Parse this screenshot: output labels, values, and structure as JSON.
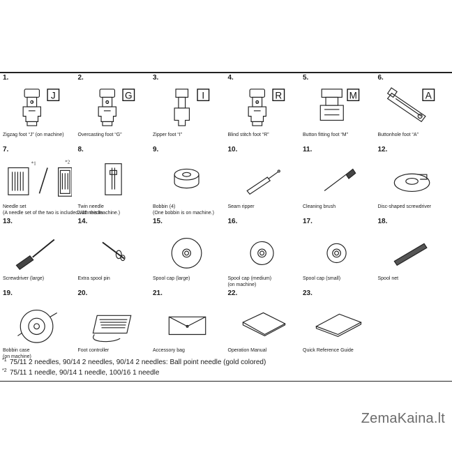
{
  "items": [
    {
      "num": "1.",
      "caption": [
        "Zigzag foot “J” (on machine)"
      ],
      "icon": "zigzag-foot-icon",
      "letter": "J"
    },
    {
      "num": "2.",
      "caption": [
        "Overcasting foot “G”"
      ],
      "icon": "overcasting-foot-icon",
      "letter": "G"
    },
    {
      "num": "3.",
      "caption": [
        "Zipper foot “I”"
      ],
      "icon": "zipper-foot-icon",
      "letter": "I"
    },
    {
      "num": "4.",
      "caption": [
        "Blind stitch foot “R”"
      ],
      "icon": "blind-stitch-foot-icon",
      "letter": "R"
    },
    {
      "num": "5.",
      "caption": [
        "Button fitting foot “M”"
      ],
      "icon": "button-fitting-foot-icon",
      "letter": "M"
    },
    {
      "num": "6.",
      "caption": [
        "Buttonhole foot “A”"
      ],
      "icon": "buttonhole-foot-icon",
      "letter": "A"
    },
    {
      "num": "7.",
      "caption": [
        "Needle set",
        "(A needle set of the two is included with this machine.)"
      ],
      "icon": "needle-set-icon",
      "marks": [
        "*1",
        "*2"
      ]
    },
    {
      "num": "8.",
      "caption": [
        "Twin needle",
        "2/11 needle"
      ],
      "icon": "twin-needle-icon"
    },
    {
      "num": "9.",
      "caption": [
        "Bobbin (4)",
        "(One bobbin is on machine.)"
      ],
      "icon": "bobbin-icon"
    },
    {
      "num": "10.",
      "caption": [
        "Seam ripper"
      ],
      "icon": "seam-ripper-icon"
    },
    {
      "num": "11.",
      "caption": [
        "Cleaning brush"
      ],
      "icon": "cleaning-brush-icon"
    },
    {
      "num": "12.",
      "caption": [
        "Disc-shaped screwdriver"
      ],
      "icon": "disc-screwdriver-icon"
    },
    {
      "num": "13.",
      "caption": [
        "Screwdriver (large)"
      ],
      "icon": "screwdriver-icon"
    },
    {
      "num": "14.",
      "caption": [
        "Extra spool pin"
      ],
      "icon": "spool-pin-icon"
    },
    {
      "num": "15.",
      "caption": [
        "Spool cap (large)"
      ],
      "icon": "spool-cap-large-icon"
    },
    {
      "num": "16.",
      "caption": [
        "Spool cap (medium)",
        "(on machine)"
      ],
      "icon": "spool-cap-medium-icon"
    },
    {
      "num": "17.",
      "caption": [
        "Spool cap (small)"
      ],
      "icon": "spool-cap-small-icon"
    },
    {
      "num": "18.",
      "caption": [
        "Spool net"
      ],
      "icon": "spool-net-icon"
    },
    {
      "num": "19.",
      "caption": [
        "Bobbin case",
        "(on machine)"
      ],
      "icon": "bobbin-case-icon"
    },
    {
      "num": "20.",
      "caption": [
        "Foot controller"
      ],
      "icon": "foot-controller-icon"
    },
    {
      "num": "21.",
      "caption": [
        "Accessory bag"
      ],
      "icon": "accessory-bag-icon"
    },
    {
      "num": "22.",
      "caption": [
        "Operation Manual"
      ],
      "icon": "operation-manual-icon"
    },
    {
      "num": "23.",
      "caption": [
        "Quick Reference Guide"
      ],
      "icon": "quick-reference-guide-icon"
    }
  ],
  "notes": [
    {
      "mark": "*1",
      "text": "75/11 2 needles, 90/14 2 needles, 90/14 2 needles: Ball point needle (gold colored)"
    },
    {
      "mark": "*2",
      "text": "75/11 1 needle, 90/14 1 needle, 100/16 1 needle"
    }
  ],
  "watermark": "ZemaKaina.lt"
}
